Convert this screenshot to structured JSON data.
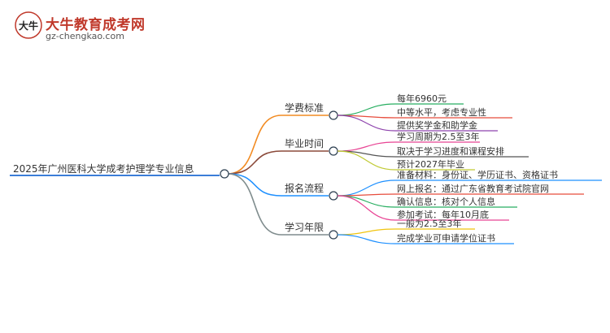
{
  "header": {
    "site_name": "大牛教育成考网",
    "site_url": "gz-chengkao.com",
    "logo_text": "大牛"
  },
  "mindmap": {
    "root": "2025年广州医科大学成考护理学专业信息",
    "branches": [
      {
        "label": "学费标准",
        "color": "#f28b22",
        "children": [
          {
            "text": "每年6960元",
            "color": "#27ae60"
          },
          {
            "text": "中等水平，考虑专业性",
            "color": "#e74c3c"
          },
          {
            "text": "提供奖学金和助学金",
            "color": "#8e44ad"
          }
        ]
      },
      {
        "label": "毕业时间",
        "color": "#8b4a3a",
        "children": [
          {
            "text": "学习周期为2.5至3年",
            "color": "#e84393"
          },
          {
            "text": "取决于学习进度和课程安排",
            "color": "#555555"
          },
          {
            "text": "预计2027年毕业",
            "color": "#c0ca33"
          }
        ]
      },
      {
        "label": "报名流程",
        "color": "#1e90ff",
        "children": [
          {
            "text": "准备材料：身份证、学历证书、资格证书",
            "color": "#1e90ff"
          },
          {
            "text": "网上报名：通过广东省教育考试院官网",
            "color": "#e74c3c"
          },
          {
            "text": "确认信息：核对个人信息",
            "color": "#27ae60"
          },
          {
            "text": "参加考试：每年10月底",
            "color": "#e84393"
          }
        ]
      },
      {
        "label": "学习年限",
        "color": "#7f8c8d",
        "children": [
          {
            "text": "一般为2.5至3年",
            "color": "#f1c40f"
          },
          {
            "text": "完成学业可申请学位证书",
            "color": "#1e90ff"
          }
        ]
      }
    ]
  }
}
